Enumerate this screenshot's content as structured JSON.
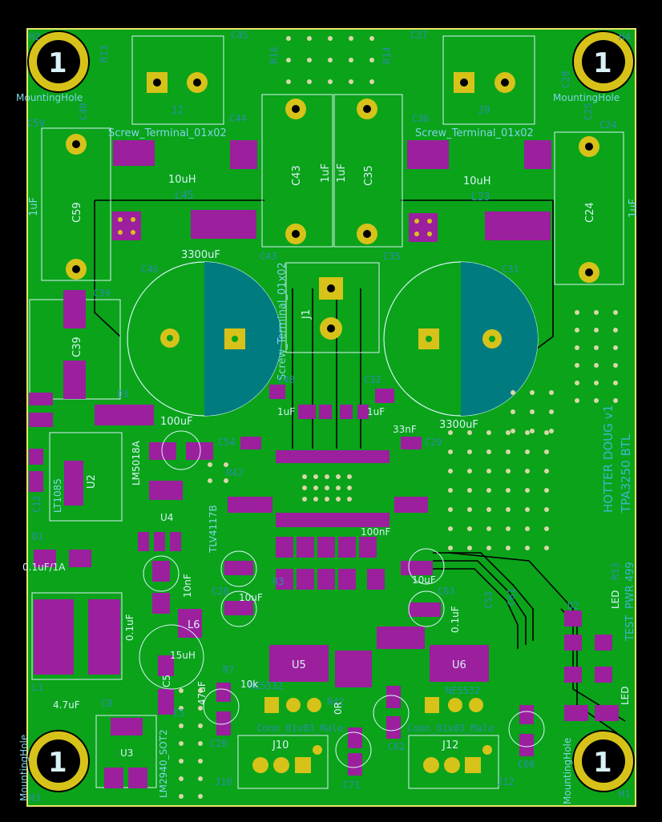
{
  "board": {
    "colors": {
      "background": "#000000",
      "copper": "#0aa31a",
      "silk": "#d9f2f7",
      "pad_gold": "#d7c21a",
      "smd_purple": "#9c1f9e",
      "teal": "#007c80",
      "edge": "#e8e36a"
    },
    "title": "HOTTER DOUG v1",
    "subtitle": "TPA3250 BTL",
    "mounting_holes": [
      {
        "ref": "H2",
        "label": "MountingHole",
        "num": "1"
      },
      {
        "ref": "H4",
        "label": "MountingHole",
        "num": "1"
      },
      {
        "ref": "H3",
        "label": "MountingHole",
        "num": "1"
      },
      {
        "ref": "H1",
        "label": "MountingHole",
        "num": "1"
      }
    ],
    "labels": {
      "j2": "J2",
      "j9": "J9",
      "j1": "J1",
      "j10": "J10",
      "j12": "J12",
      "screw_a": "Screw_Terminal_01x02",
      "screw_b": "Screw_Terminal_01x02",
      "screw_c": "Screw_Terminal_01x02",
      "conn_a": "Conn_01x03_Male",
      "conn_b": "Conn_01x03_Male",
      "l45": "L45",
      "l23": "L23",
      "l45v": "10uH",
      "l23v": "10uH",
      "c59": "C59",
      "c59v": "1uF",
      "c24": "C24",
      "c24v": "1uF",
      "c43": "C43",
      "c43v": "1uF",
      "c35": "C35",
      "c35v": "1uF",
      "c46": "C46",
      "c46v": "3300uF",
      "c31": "C31",
      "c31v": "3300uF",
      "c39": "C39",
      "d3": "D3",
      "u2": "U2",
      "u4": "U4",
      "u3": "U3",
      "u5": "U5",
      "u6": "U6",
      "l6": "L6",
      "l1": "L1",
      "u4v": "LM5018A",
      "u3v": "LM2940_SOT2",
      "u2v": "LT1085",
      "tlv": "TLV4117B",
      "ne1": "NE5532",
      "ne2": "NE5532",
      "c45": "C45",
      "c37": "C37",
      "c44": "C44",
      "c36": "C36",
      "c28": "C28",
      "c25": "C25",
      "r13": "R13",
      "r18": "R18",
      "r14": "R14",
      "r19": "R19",
      "c40": "C40",
      "c48": "C48",
      "c32": "C32",
      "c54": "C54",
      "c29": "C29",
      "c20": "C20",
      "c71": "C71",
      "c66": "C66",
      "c62": "C62",
      "c8": "C8",
      "c5": "C5",
      "c12": "C12",
      "c63": "C63",
      "c53": "C53",
      "c61": "C61",
      "led": "LED",
      "d2": "D2",
      "r53": "R53",
      "r42": "R42",
      "r7": "R7",
      "r3": "R3",
      "d1": "D1",
      "c100": "100uF",
      "c10u": "10uF",
      "c33n": "33nF",
      "c01": "0.1uF",
      "c100n": "100nF",
      "c47": "47uF",
      "c4u7": "4.7uF",
      "c10n": "10nF",
      "c15uh": "15uH",
      "pwr": "PWR 499",
      "test": "TEST",
      "r10k": "10k",
      "r0r": "0R",
      "d1v": "0.1uF/1A",
      "c01u": "0.1uF"
    }
  }
}
